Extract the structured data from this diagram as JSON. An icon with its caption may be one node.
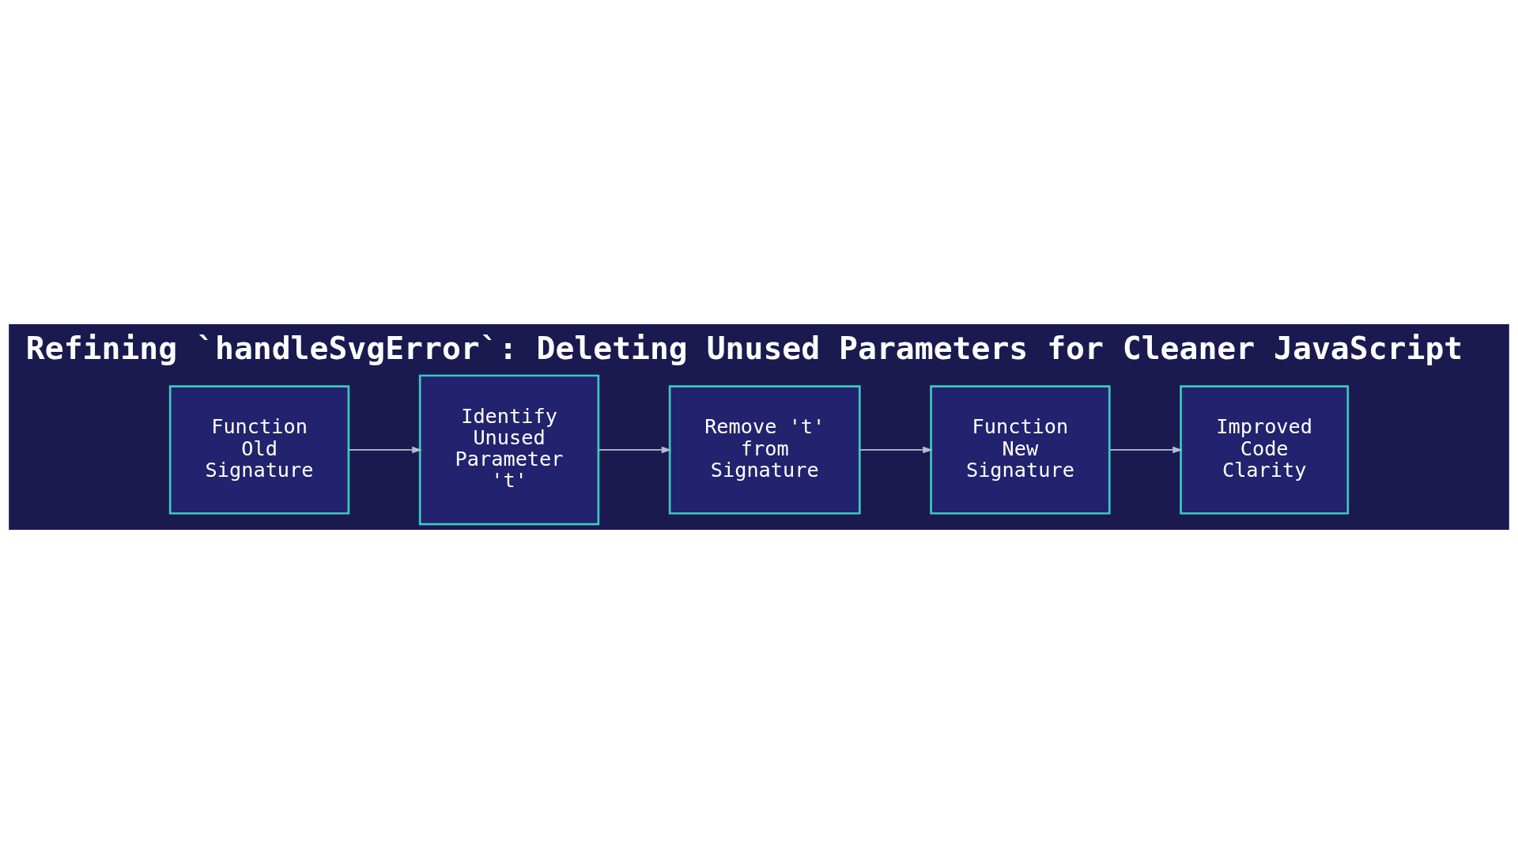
{
  "diagram": {
    "title": "Refining `handleSvgError`: Deleting Unused Parameters for Cleaner JavaScript",
    "nodes": [
      {
        "text": [
          "Function Old Signature"
        ]
      },
      {
        "text": [
          "Identify Unused Parameter 't'"
        ]
      },
      {
        "text": [
          "Remove 't' from Signature"
        ]
      },
      {
        "text": [
          "Function New Signature"
        ]
      },
      {
        "text": [
          "Improved Code Clarity"
        ]
      }
    ],
    "edges": [
      {
        "from": 0,
        "to": 1,
        "arrow": "to"
      },
      {
        "from": 1,
        "to": 2,
        "arrow": "to"
      },
      {
        "from": 2,
        "to": 3,
        "arrow": "to"
      },
      {
        "from": 3,
        "to": 4,
        "arrow": "to"
      }
    ]
  }
}
